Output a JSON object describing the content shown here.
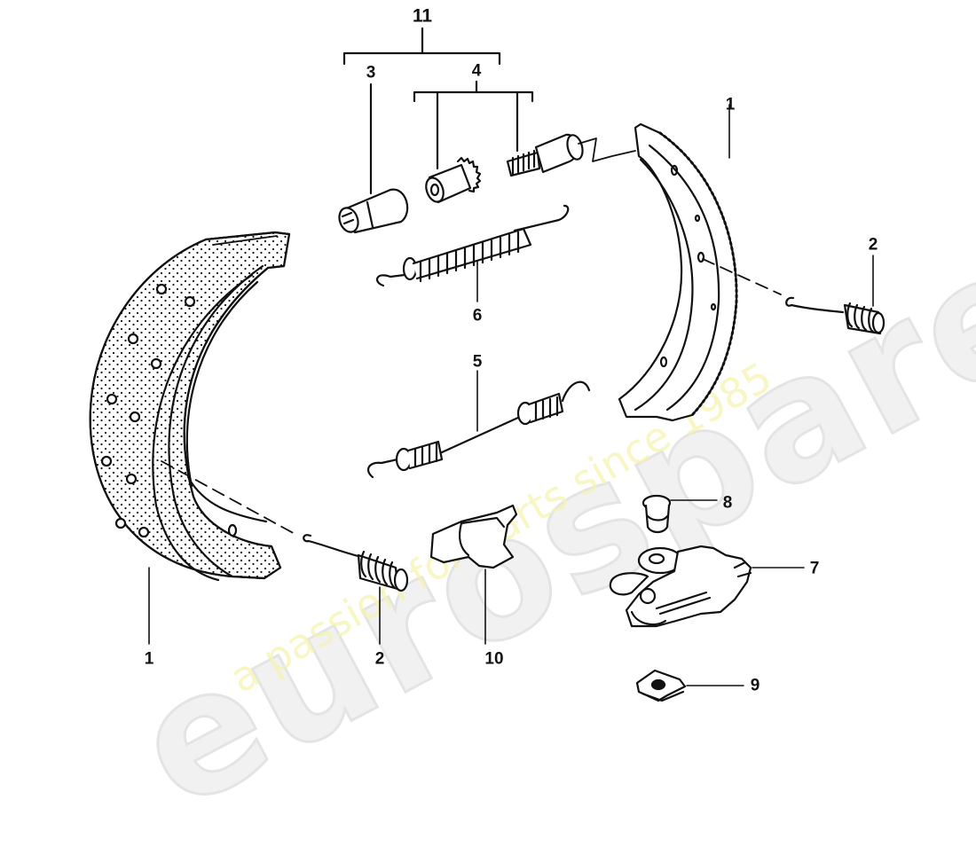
{
  "diagram": {
    "type": "exploded parts diagram",
    "subject": "Parking brake shoe assembly",
    "watermark": {
      "logo": "eurospares",
      "tagline": "a passion for parts since 1985",
      "logo_color": "#e6e6e6",
      "tagline_color": "#f6f3b0"
    },
    "callouts": [
      {
        "id": "c11",
        "label": "11",
        "part": "adjuster assembly group (3 + 4)"
      },
      {
        "id": "c3",
        "label": "3",
        "part": "adjuster sleeve"
      },
      {
        "id": "c4",
        "label": "4",
        "part": "adjuster wheel and screw"
      },
      {
        "id": "c1a",
        "label": "1",
        "part": "brake shoe (right)"
      },
      {
        "id": "c2a",
        "label": "2",
        "part": "hold-down spring (right)"
      },
      {
        "id": "c6",
        "label": "6",
        "part": "upper return spring"
      },
      {
        "id": "c5",
        "label": "5",
        "part": "lower return spring"
      },
      {
        "id": "c8",
        "label": "8",
        "part": "pin"
      },
      {
        "id": "c7",
        "label": "7",
        "part": "expander lever assembly"
      },
      {
        "id": "c10",
        "label": "10",
        "part": "clip / bracket"
      },
      {
        "id": "c9",
        "label": "9",
        "part": "clip nut"
      },
      {
        "id": "c1b",
        "label": "1",
        "part": "brake shoe (left)"
      },
      {
        "id": "c2b",
        "label": "2",
        "part": "hold-down spring (left)"
      }
    ]
  }
}
